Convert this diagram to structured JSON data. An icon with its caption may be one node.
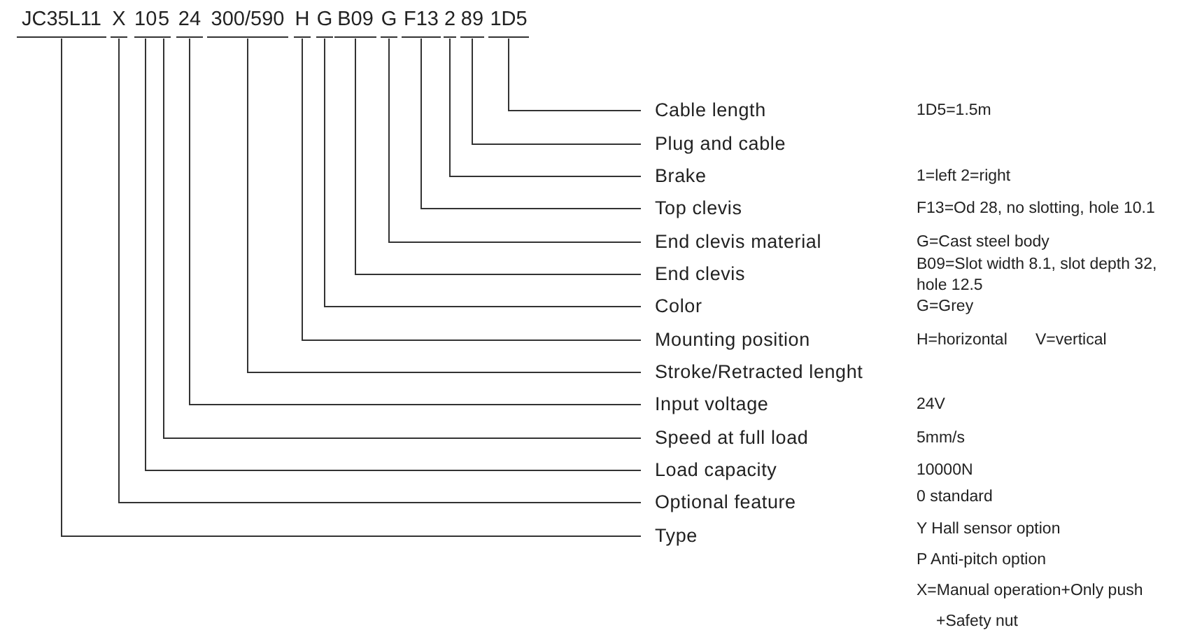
{
  "diagram": {
    "nodes": [
      {
        "text": [
          "JC35L11"
        ]
      },
      {
        "text": [
          "X"
        ]
      },
      {
        "text": [
          "10"
        ]
      },
      {
        "text": [
          "5"
        ]
      },
      {
        "text": [
          "24"
        ]
      },
      {
        "text": [
          "300/590"
        ]
      },
      {
        "text": [
          "H"
        ]
      },
      {
        "text": [
          "G"
        ]
      },
      {
        "text": [
          "B09"
        ]
      },
      {
        "text": [
          "G"
        ]
      },
      {
        "text": [
          "F13"
        ]
      },
      {
        "text": [
          "2"
        ]
      },
      {
        "text": [
          "89"
        ]
      },
      {
        "text": [
          "1D5"
        ]
      },
      {
        "text": [
          "Cable length"
        ]
      },
      {
        "text": [
          "Plug and cable"
        ]
      },
      {
        "text": [
          "Brake"
        ]
      },
      {
        "text": [
          "Top clevis"
        ]
      },
      {
        "text": [
          "End clevis material"
        ]
      },
      {
        "text": [
          "End clevis"
        ]
      },
      {
        "text": [
          "Color"
        ]
      },
      {
        "text": [
          "Mounting position"
        ]
      },
      {
        "text": [
          "Stroke/Retracted lenght"
        ]
      },
      {
        "text": [
          "Input voltage"
        ]
      },
      {
        "text": [
          "Speed at full load"
        ]
      },
      {
        "text": [
          "Load capacity"
        ]
      },
      {
        "text": [
          "Optional feature"
        ]
      },
      {
        "text": [
          "Type"
        ]
      }
    ],
    "labels": [
      "1D5=1.5m",
      "1=left 2=right",
      "F13=Od 28, no slotting, hole 10.1",
      "G=Cast steel body",
      "B09=Slot width 8.1, slot depth 32, hole 12.5",
      "G=Grey",
      "H=horizontal",
      "V=vertical",
      "24V",
      "5mm/s",
      "10000N",
      "0 standard",
      "Y Hall sensor option",
      "P Anti-pitch option",
      "X=Manual operation+Only push +Safety nut"
    ],
    "edges": [
      {
        "from": 0,
        "to": 27,
        "arrow": "none"
      },
      {
        "from": 1,
        "to": 26,
        "arrow": "none"
      },
      {
        "from": 2,
        "to": 25,
        "arrow": "none"
      },
      {
        "from": 3,
        "to": 24,
        "arrow": "none"
      },
      {
        "from": 4,
        "to": 23,
        "arrow": "none"
      },
      {
        "from": 5,
        "to": 22,
        "arrow": "none"
      },
      {
        "from": 6,
        "to": 21,
        "arrow": "none"
      },
      {
        "from": 7,
        "to": 20,
        "arrow": "none"
      },
      {
        "from": 8,
        "to": 19,
        "arrow": "none"
      },
      {
        "from": 9,
        "to": 18,
        "arrow": "none"
      },
      {
        "from": 10,
        "to": 17,
        "arrow": "none"
      },
      {
        "from": 11,
        "to": 16,
        "arrow": "none"
      },
      {
        "from": 12,
        "to": 15,
        "arrow": "none"
      },
      {
        "from": 13,
        "to": 14,
        "arrow": "none"
      }
    ]
  }
}
